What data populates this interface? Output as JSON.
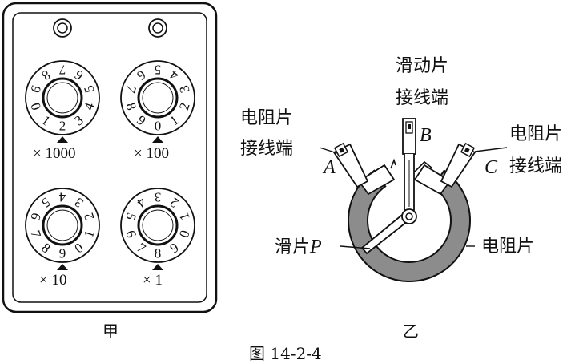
{
  "panel_a": {
    "caption": "甲",
    "dials": [
      {
        "id": "thousands",
        "multiplier": "× 1000",
        "digits": [
          "0",
          "1",
          "2",
          "3",
          "4",
          "5",
          "6",
          "7",
          "8",
          "9"
        ],
        "selected": "2"
      },
      {
        "id": "hundreds",
        "multiplier": "× 100",
        "digits": [
          "0",
          "1",
          "2",
          "3",
          "4",
          "5",
          "6",
          "7",
          "8",
          "9"
        ],
        "selected": "0"
      },
      {
        "id": "tens",
        "multiplier": "× 10",
        "digits": [
          "0",
          "1",
          "2",
          "3",
          "4",
          "5",
          "6",
          "7",
          "8",
          "9"
        ],
        "selected": "9"
      },
      {
        "id": "ones",
        "multiplier": "× 1",
        "digits": [
          "0",
          "1",
          "2",
          "3",
          "4",
          "5",
          "6",
          "7",
          "8",
          "9"
        ],
        "selected": "8"
      }
    ]
  },
  "panel_b": {
    "caption": "乙",
    "labels": {
      "slider_terminal": [
        "滑动片",
        "接线端"
      ],
      "resistor_terminal_left": [
        "电阻片",
        "接线端"
      ],
      "resistor_terminal_right": [
        "电阻片",
        "接线端"
      ],
      "slider": "滑片",
      "slider_letter": "P",
      "resistor": "电阻片",
      "point_a": "A",
      "point_b": "B",
      "point_c": "C"
    }
  },
  "figure_caption": "图 14-2-4",
  "colors": {
    "ink": "#111111",
    "resistor_fill": "#8c8c8c",
    "background": "#ffffff"
  }
}
